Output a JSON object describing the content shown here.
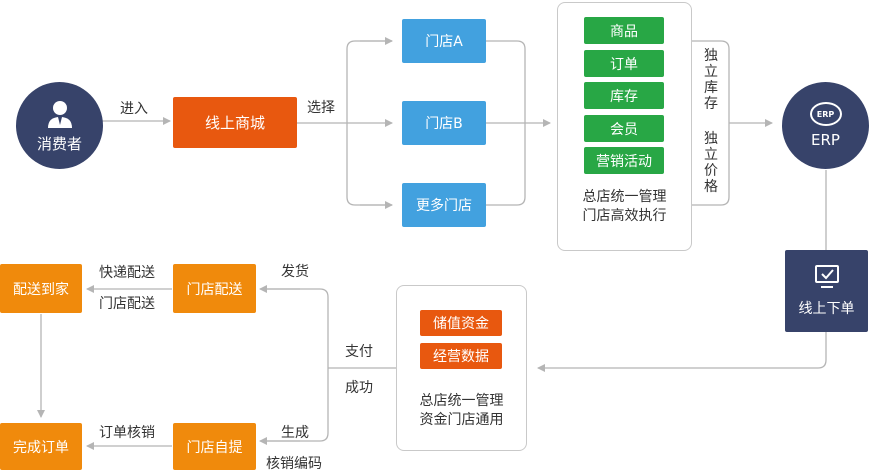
{
  "nodes": {
    "consumer": "消费者",
    "online_mall": "线上商城",
    "store_a": "门店A",
    "store_b": "门店B",
    "more_stores": "更多门店",
    "erp_badge": "ERP",
    "erp": "ERP",
    "online_order": "线上下单",
    "store_delivery": "门店配送",
    "home_delivery": "配送到家",
    "store_pickup": "门店自提",
    "complete_order": "完成订单"
  },
  "top_panel": {
    "items": [
      "商品",
      "订单",
      "库存",
      "会员",
      "营销活动"
    ],
    "caption_line1": "总店统一管理",
    "caption_line2": "门店高效执行"
  },
  "bottom_panel": {
    "items": [
      "储值资金",
      "经营数据"
    ],
    "caption_line1": "总店统一管理",
    "caption_line2": "资金门店通用"
  },
  "edge_labels": {
    "enter": "进入",
    "select": "选择",
    "independent_inventory": "独立库存",
    "independent_price": "独立价格",
    "ship": "发货",
    "pay": "支付",
    "success": "成功",
    "express_delivery": "快递配送",
    "store_delivery": "门店配送",
    "generate": "生成",
    "verification_code": "核销编码",
    "order_verification": "订单核销"
  },
  "colors": {
    "navy": "#37436a",
    "orange": "#e8580f",
    "amber": "#f08a0c",
    "blue": "#42a1df",
    "green": "#28a745",
    "line": "#b5b5b5"
  }
}
